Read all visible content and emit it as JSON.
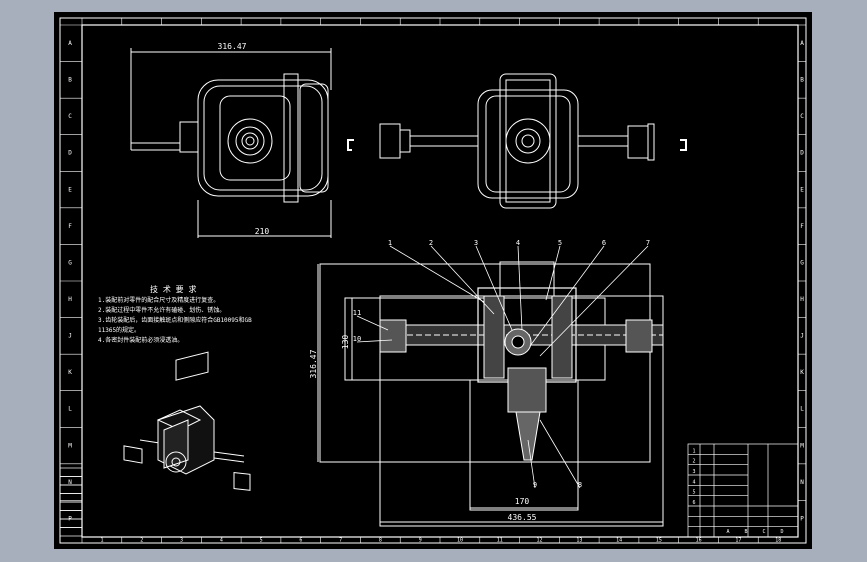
{
  "drawing": {
    "dimensions": {
      "top_width": "316.47",
      "top_body_width": "210",
      "section_height": "316.47",
      "section_inner_height": "130",
      "section_inner_width": "170",
      "section_total_width": "436.55"
    },
    "balloons": [
      "1",
      "2",
      "3",
      "4",
      "5",
      "6",
      "7",
      "8",
      "9",
      "10",
      "11"
    ],
    "tech_requirements": {
      "title": "技 术 要 求",
      "lines": [
        "1.装配前对零件的配合尺寸及精度进行复查。",
        "2.装配过程中零件不允许有磕碰、划伤、锈蚀。",
        "3.齿轮装配后，齿面接触斑点和侧隙应符合GB10095和GB",
        "11365的规定。",
        "4.各密封件装配前必须浸透油。"
      ]
    },
    "title_block": {
      "rows": [
        "1",
        "2",
        "3",
        "4",
        "5",
        "6"
      ],
      "labels": [
        "A",
        "B",
        "C",
        "D"
      ]
    },
    "border_letters": [
      "A",
      "B",
      "C",
      "D",
      "E",
      "F",
      "G",
      "H",
      "J",
      "K",
      "L",
      "M",
      "N",
      "P"
    ],
    "border_numbers": [
      "1",
      "2",
      "3",
      "4",
      "5",
      "6",
      "7",
      "8",
      "9",
      "10",
      "11",
      "12",
      "13",
      "14",
      "15",
      "16",
      "17",
      "18"
    ]
  }
}
